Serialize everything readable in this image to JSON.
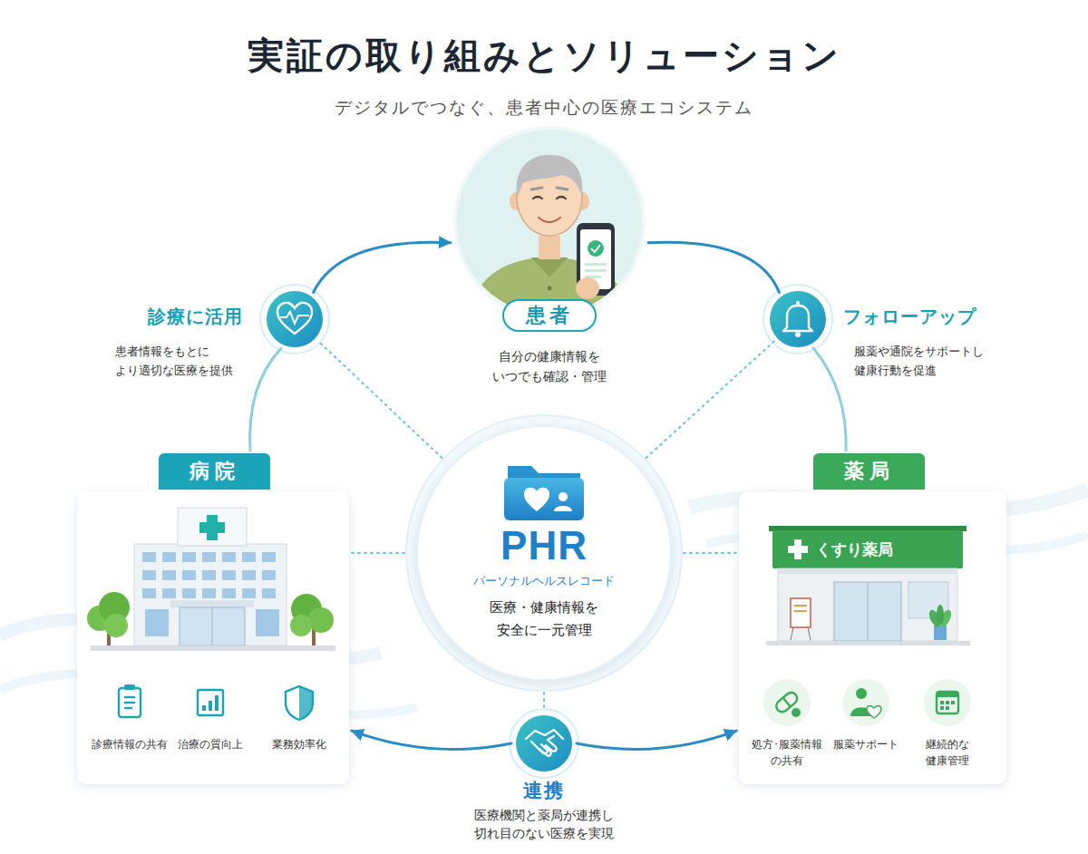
{
  "diagram": {
    "title": "実証の取り組みとソリューション",
    "nodes": [
      {
        "text": [
          "患者",
          "自分の健康情報を いつでも確認・管理"
        ]
      },
      {
        "text": [
          "診療に活用",
          "患者情報をもとに より適切な医療を提供"
        ]
      },
      {
        "text": [
          "フォローアップ",
          "服薬や通院をサポートし 健康行動を促進"
        ]
      },
      {
        "text": [
          "病院"
        ]
      },
      {
        "text": [
          "診療情報の共有"
        ],
        "in": 3
      },
      {
        "text": [
          "治療の質向上"
        ],
        "in": 3
      },
      {
        "text": [
          "業務効率化"
        ],
        "in": 3
      },
      {
        "text": [
          "PHR",
          "パーソナルヘルスレコード",
          "医療・健康情報を 安全に一元管理"
        ]
      },
      {
        "text": [
          "薬局"
        ]
      },
      {
        "text": [
          "処方･服薬情報 の共有"
        ],
        "in": 8
      },
      {
        "text": [
          "服薬サポート"
        ],
        "in": 8
      },
      {
        "text": [
          "継続的な 健康管理"
        ],
        "in": 8
      },
      {
        "text": [
          "連携",
          "医療機関と薬局が連携し 切れ目のない医療を実現"
        ]
      }
    ],
    "edges": [
      {
        "from": 3,
        "to": 1,
        "arrow": "none"
      },
      {
        "from": 1,
        "to": 0,
        "arrow": "to"
      },
      {
        "from": 0,
        "to": 2,
        "arrow": "none"
      },
      {
        "from": 2,
        "to": 8,
        "arrow": "none"
      },
      {
        "from": 7,
        "to": 1,
        "arrow": "none"
      },
      {
        "from": 7,
        "to": 2,
        "arrow": "none"
      },
      {
        "from": 7,
        "to": 3,
        "arrow": "none"
      },
      {
        "from": 7,
        "to": 8,
        "arrow": "none"
      },
      {
        "from": 7,
        "to": 12,
        "arrow": "none"
      },
      {
        "from": 12,
        "to": 3,
        "arrow": "to"
      },
      {
        "from": 12,
        "to": 8,
        "arrow": "to"
      }
    ],
    "labels": [
      "デジタルでつなぐ、患者中心の医療エコシステム",
      "くすり薬局"
    ]
  }
}
